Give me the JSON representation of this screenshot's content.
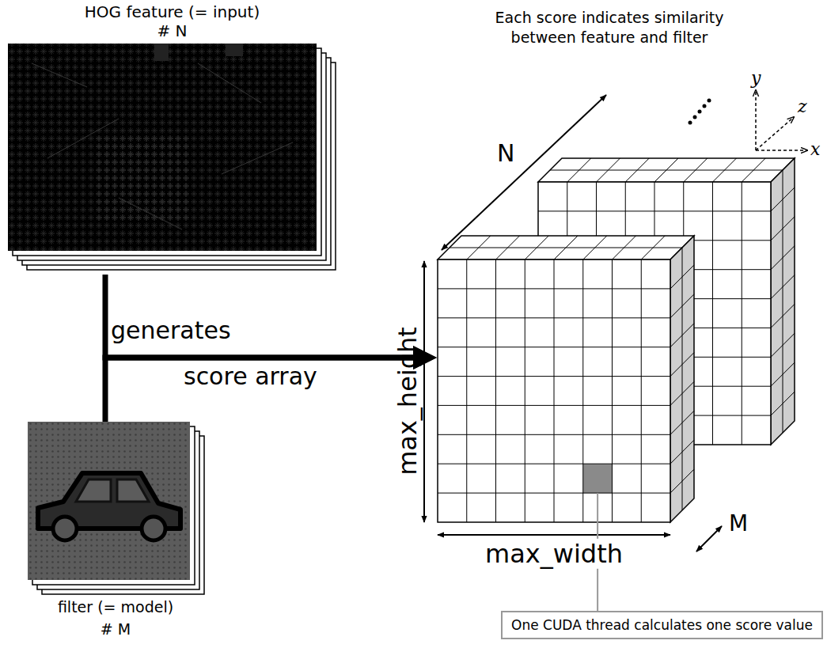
{
  "diagram": {
    "nodes": [
      {
        "text": [
          "HOG feature (= input)",
          "# N"
        ]
      },
      {
        "text": [
          "filter (= model)",
          "# M"
        ]
      },
      {
        "text": [
          "max_height",
          "max_width",
          "M"
        ]
      },
      {
        "text": [
          "One CUDA thread calculates one score value"
        ]
      }
    ],
    "edges": [
      {
        "from": 0,
        "to": 2,
        "arrow": "to"
      },
      {
        "from": 1,
        "to": 2,
        "arrow": "to"
      },
      {
        "from": 3,
        "to": 2,
        "arrow": "none"
      }
    ],
    "labels": [
      "Each score indicates similarity between feature and filter",
      "N",
      "generates",
      "score array",
      "y",
      "z",
      "x"
    ]
  }
}
